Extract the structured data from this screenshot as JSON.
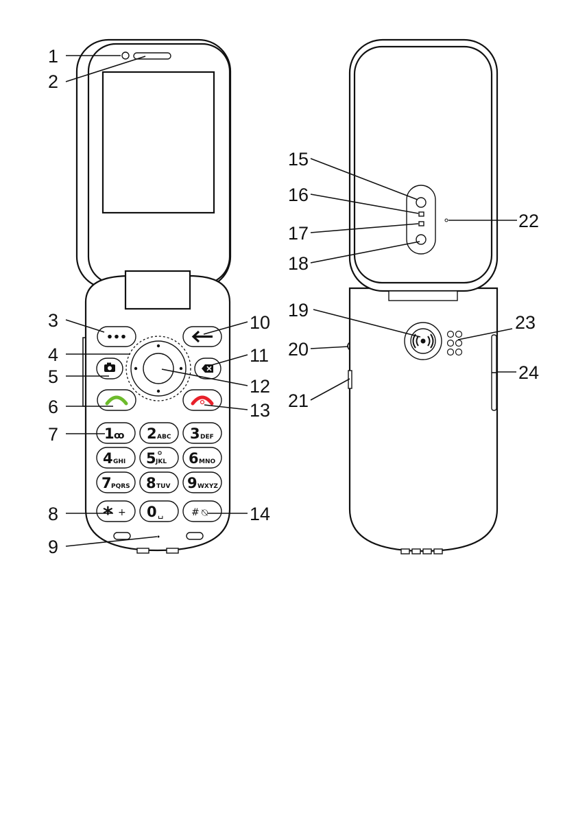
{
  "callouts": {
    "c1": "1",
    "c2": "2",
    "c3": "3",
    "c4": "4",
    "c5": "5",
    "c6": "6",
    "c7": "7",
    "c8": "8",
    "c9": "9",
    "c10": "10",
    "c11": "11",
    "c12": "12",
    "c13": "13",
    "c14": "14",
    "c15": "15",
    "c16": "16",
    "c17": "17",
    "c18": "18",
    "c19": "19",
    "c20": "20",
    "c21": "21",
    "c22": "22",
    "c23": "23",
    "c24": "24"
  },
  "keypad": {
    "k1": {
      "main": "1",
      "sub": "ꝏ"
    },
    "k2": {
      "main": "2",
      "sub": "ABC"
    },
    "k3": {
      "main": "3",
      "sub": "DEF"
    },
    "k4": {
      "main": "4",
      "sub": "GHI"
    },
    "k5": {
      "main": "5",
      "sub": "JKL"
    },
    "k6": {
      "main": "6",
      "sub": "MNO"
    },
    "k7": {
      "main": "7",
      "sub": "PQRS"
    },
    "k8": {
      "main": "8",
      "sub": "TUV"
    },
    "k9": {
      "main": "9",
      "sub": "WXYZ"
    },
    "kstar": {
      "main": "*",
      "sub": "+"
    },
    "k0": {
      "main": "0",
      "sub": "␣"
    },
    "khash": {
      "main": "#",
      "sub": "⍉"
    }
  },
  "icons": {
    "menu": "three-dots-icon",
    "back": "back-arrow-icon",
    "camera": "camera-icon",
    "clear": "backspace-icon",
    "call": "green-handset-icon",
    "end": "red-handset-icon",
    "assist": "assistance-button-icon",
    "colors": {
      "call": "#6dbb2c",
      "end": "#e8202a"
    }
  }
}
